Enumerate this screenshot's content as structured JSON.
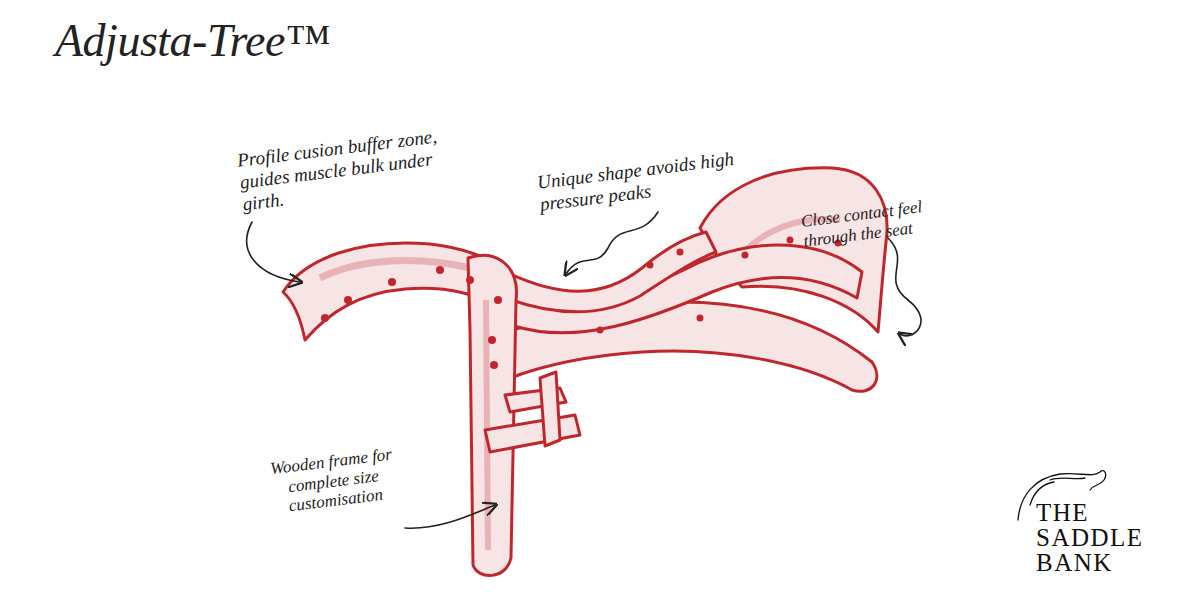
{
  "diagram": {
    "title": "Adjusta-Tree™",
    "labels": [
      "Profile cusion buffer zone, guides muscle bulk under girth.",
      "Unique shape avoids high pressure peaks",
      "Close contact feel through the seat",
      "Wooden frame for complete size customisation",
      "THE SADDLE BANK"
    ]
  }
}
